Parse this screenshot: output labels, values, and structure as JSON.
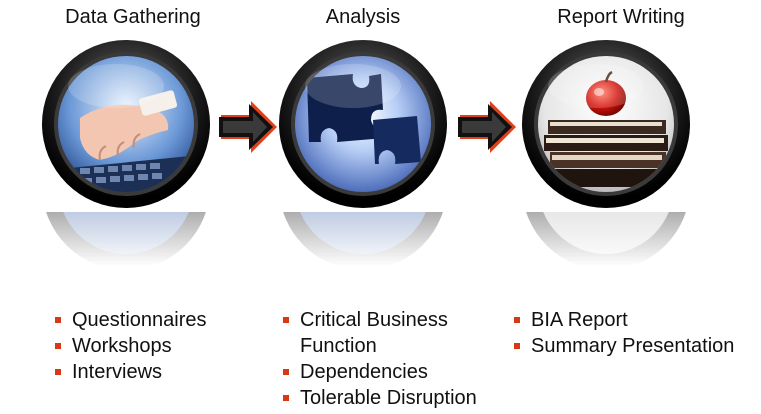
{
  "stages": [
    {
      "title": "Data Gathering",
      "image": "typing-hands-on-keyboard",
      "items": [
        "Questionnaires",
        "Workshops",
        "Interviews"
      ]
    },
    {
      "title": "Analysis",
      "image": "puzzle-pieces",
      "items": [
        "Critical Business Function",
        "Dependencies",
        "Tolerable Disruption"
      ]
    },
    {
      "title": "Report Writing",
      "image": "apple-on-books",
      "items": [
        "BIA Report",
        "Summary Presentation"
      ]
    }
  ],
  "colors": {
    "bullet": "#d73a13",
    "arrow_dark": "#111111",
    "arrow_accent": "#e2401a",
    "ring": "#1a1a1a"
  }
}
